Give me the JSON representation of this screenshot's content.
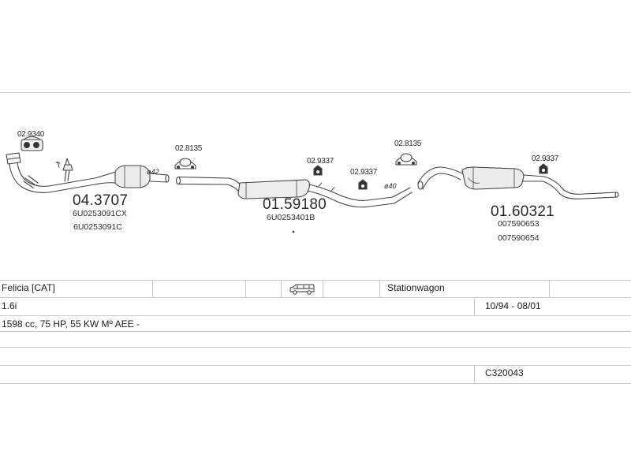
{
  "parts": {
    "clamp_1": "02.9340",
    "clamp_2": "02.8135",
    "clamp_3": "02.9337",
    "clamp_4": "02.9337",
    "clamp_5": "02.8135",
    "clamp_6": "02.9337",
    "diameter_1": "ø42",
    "diameter_2": "ø40",
    "front_pipe": {
      "number": "04.3707",
      "oem_1": "6U0253091CX",
      "oem_2": "6U0253091C"
    },
    "middle_silencer": {
      "number": "01.59180",
      "oem_1": "6U0253401B"
    },
    "rear_silencer": {
      "number": "01.60321",
      "oem_1": "007590653",
      "oem_2": "007590654"
    }
  },
  "info_table": {
    "model": "Felicia  [CAT]",
    "body_type": "Stationwagon",
    "engine": "1.6i",
    "period": "10/94 - 08/01",
    "spec": "1598 cc, 75 HP, 55 KW  Mº AEE -",
    "code": "C320043"
  },
  "icons": {
    "vehicle": "station-wagon-car-icon"
  }
}
